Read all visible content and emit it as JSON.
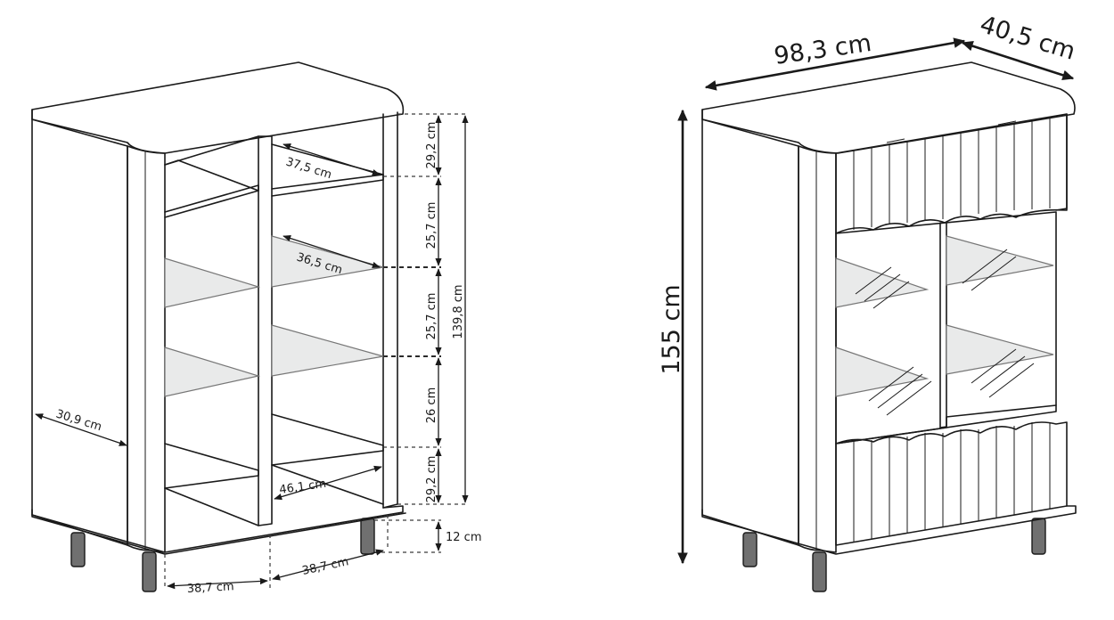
{
  "left_view": {
    "dimensions": {
      "top_compartment_height": "29,2 cm",
      "shelf_gap_upper": "25,7 cm",
      "shelf_gap_middle": "25,7 cm",
      "shelf_gap_lower": "26 cm",
      "bottom_compartment_height": "29,2 cm",
      "total_inner_height": "139,8 cm",
      "leg_height": "12 cm",
      "shelf_depth_top": "37,5 cm",
      "shelf_depth_glass": "36,5 cm",
      "side_depth": "30,9 cm",
      "bottom_depth": "46,1 cm",
      "width_left": "38,7 cm",
      "width_right": "38,7 cm"
    }
  },
  "right_view": {
    "dimensions": {
      "width": "98,3 cm",
      "depth": "40,5 cm",
      "height": "155 cm"
    }
  }
}
